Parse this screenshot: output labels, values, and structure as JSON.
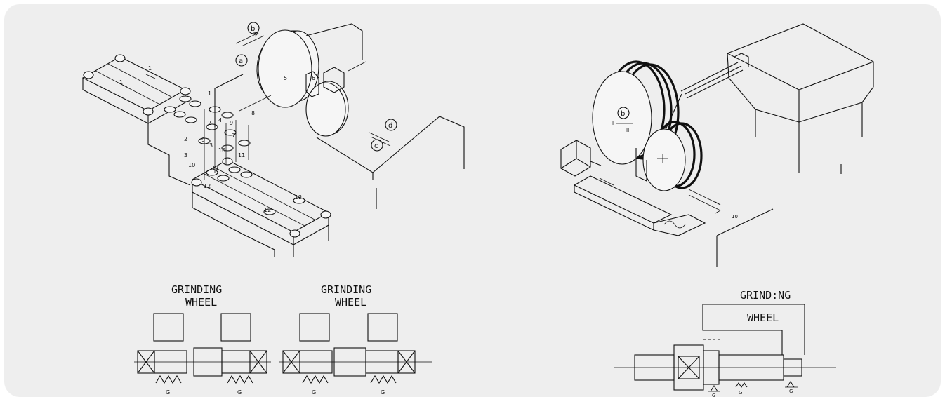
{
  "figure": {
    "left_labels": {
      "wheel_a": "a",
      "wheel_b": "b",
      "slide_c": "c",
      "slide_d": "d",
      "n1": "1",
      "n2": "2",
      "n3": "3",
      "n4": "4",
      "n5": "5",
      "n6": "6",
      "n7": "7",
      "n8": "8",
      "n9": "9",
      "n10": "10",
      "n11": "11",
      "n12": "12"
    },
    "right_labels": {
      "wheel_b": "b",
      "wheel_I": "I",
      "wheel_II": "II",
      "n10": "10"
    },
    "bottom_left": {
      "caption1_line1": "GRINDING",
      "caption1_line2": "WHEEL",
      "caption2_line1": "GRINDING",
      "caption2_line2": "WHEEL",
      "support": "G"
    },
    "bottom_right": {
      "caption_line1": "GRIND:NG",
      "caption_line2": "WHEEL",
      "support": "G"
    }
  }
}
